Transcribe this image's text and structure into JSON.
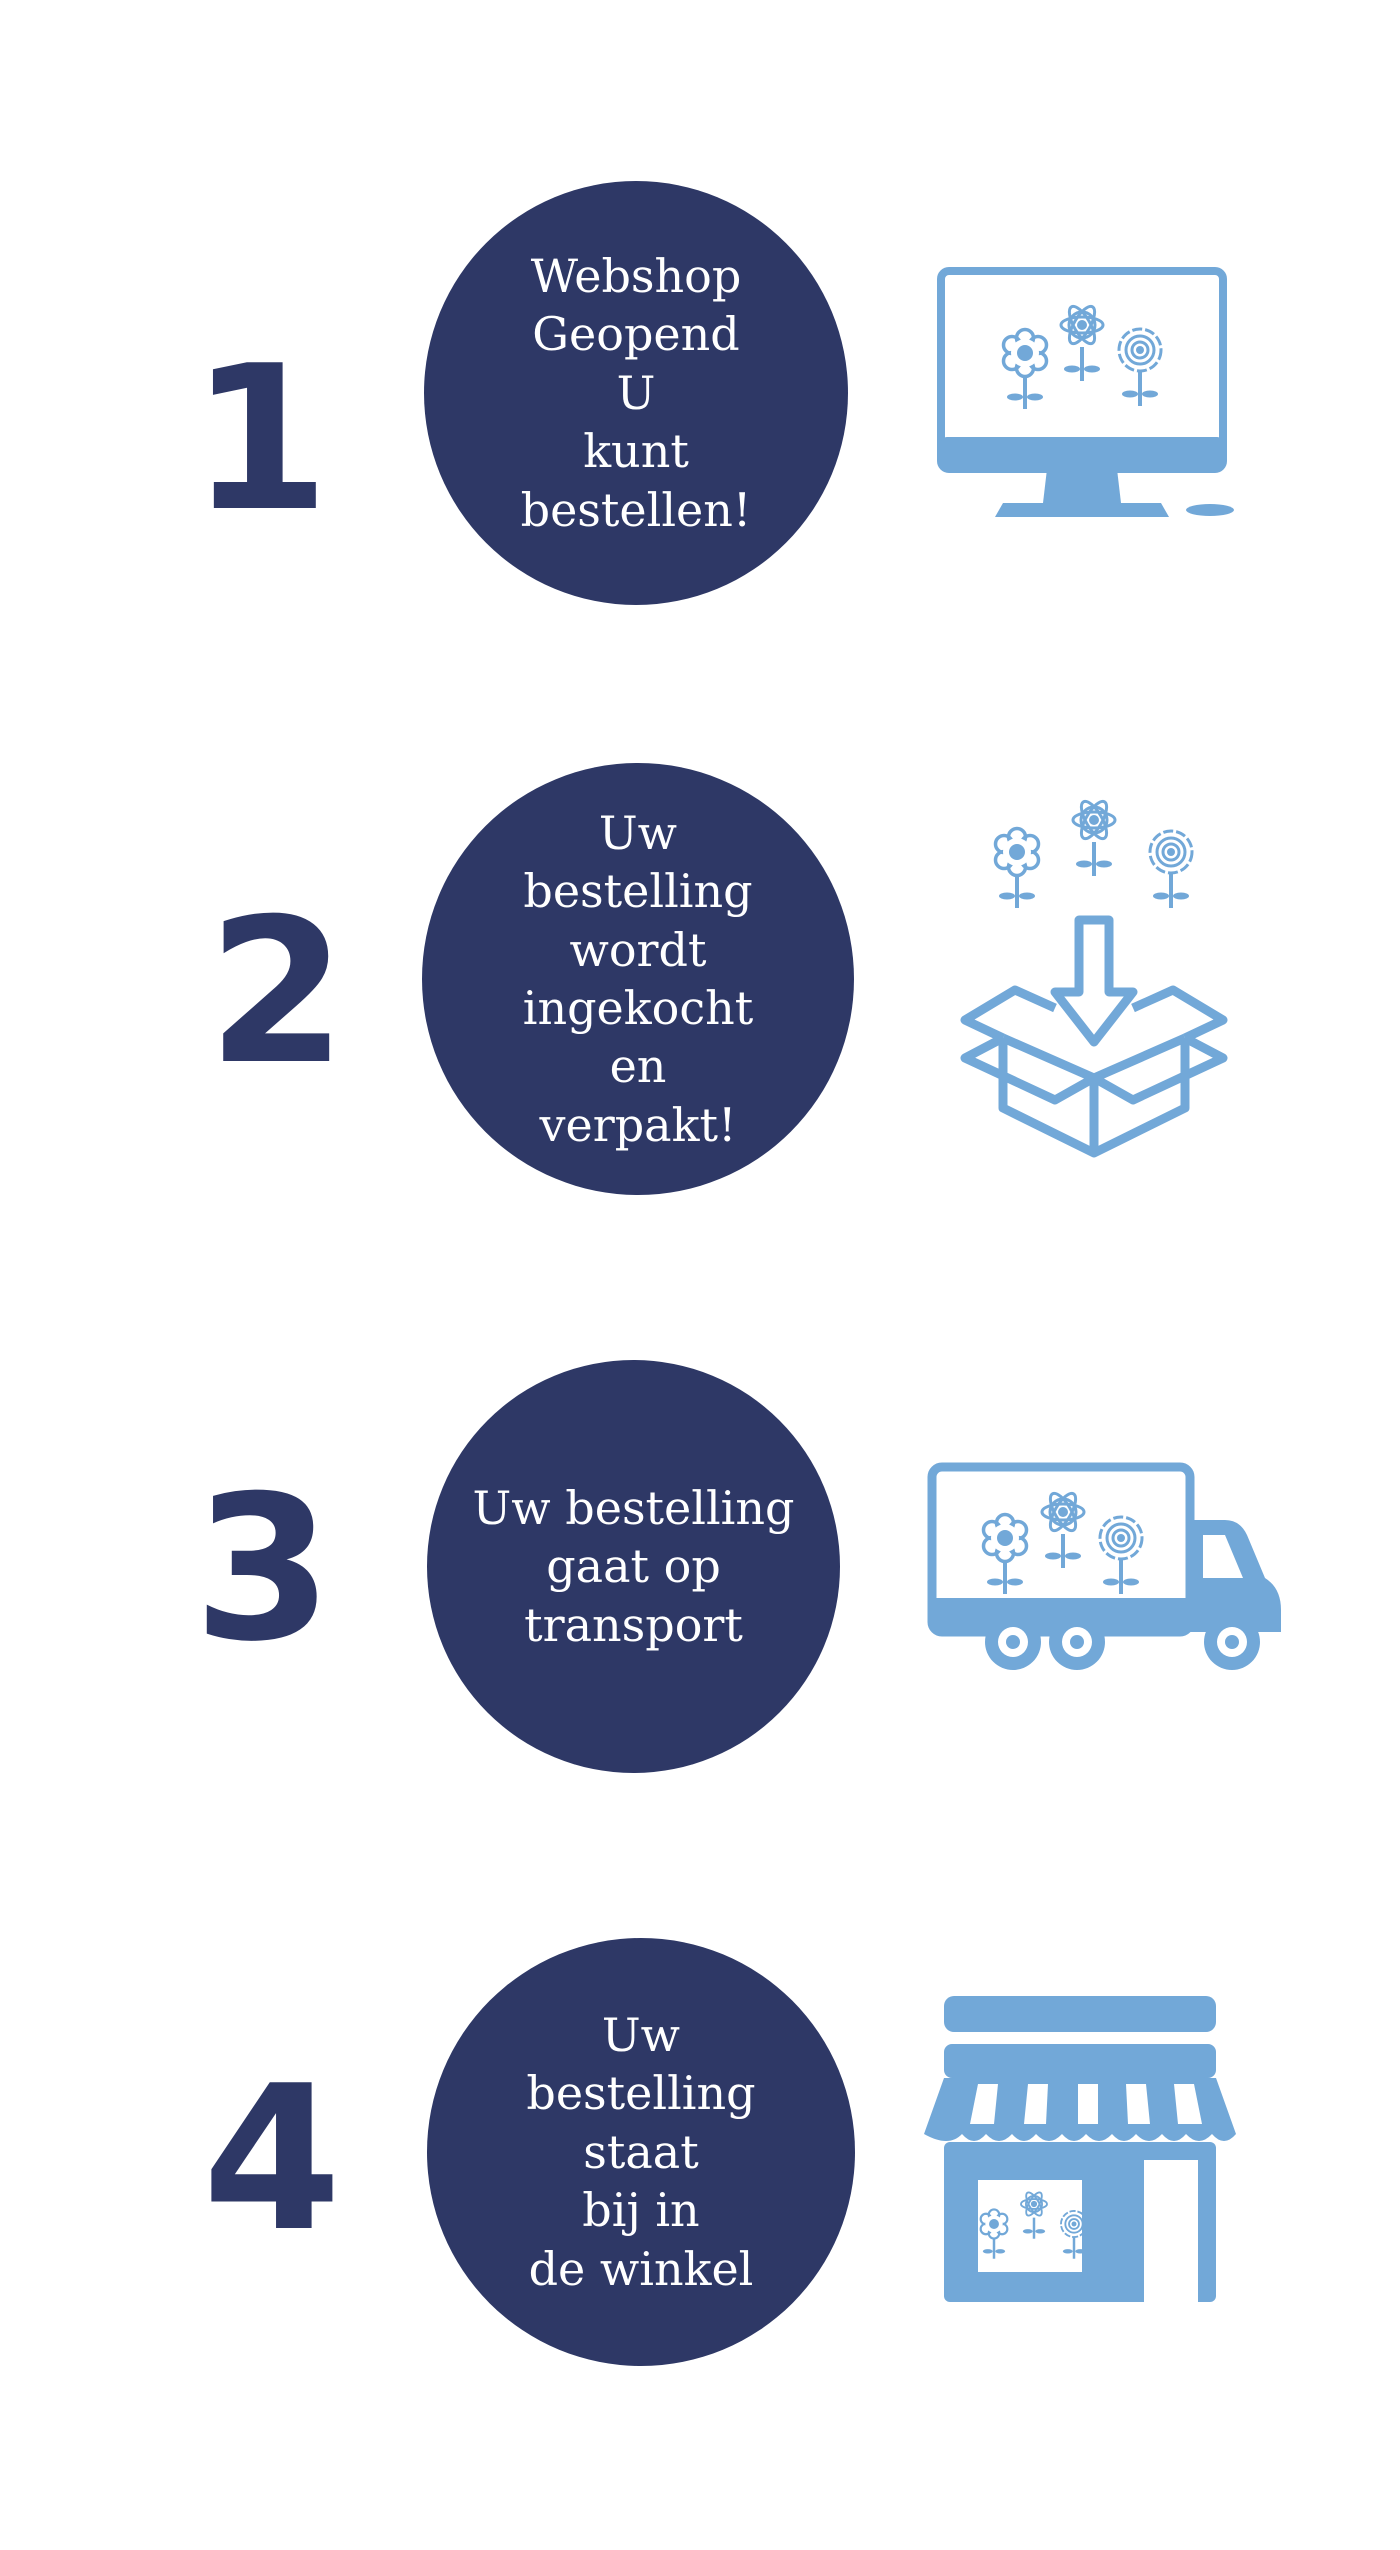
{
  "colors": {
    "navy": "#2e3866",
    "light_blue": "#72a8d8",
    "white": "#ffffff"
  },
  "steps": [
    {
      "number": "1",
      "text": "Webshop\nGeopend\nU\nkunt\nbestellen!",
      "icon": "computer-flowers-icon"
    },
    {
      "number": "2",
      "text": "Uw\nbestelling\nwordt\ningekocht\nen\nverpakt!",
      "icon": "box-flowers-icon"
    },
    {
      "number": "3",
      "text": "Uw bestelling\ngaat op\ntransport",
      "icon": "truck-flowers-icon"
    },
    {
      "number": "4",
      "text": "Uw\nbestelling\nstaat\nbij in\nde winkel",
      "icon": "shop-flowers-icon"
    }
  ]
}
